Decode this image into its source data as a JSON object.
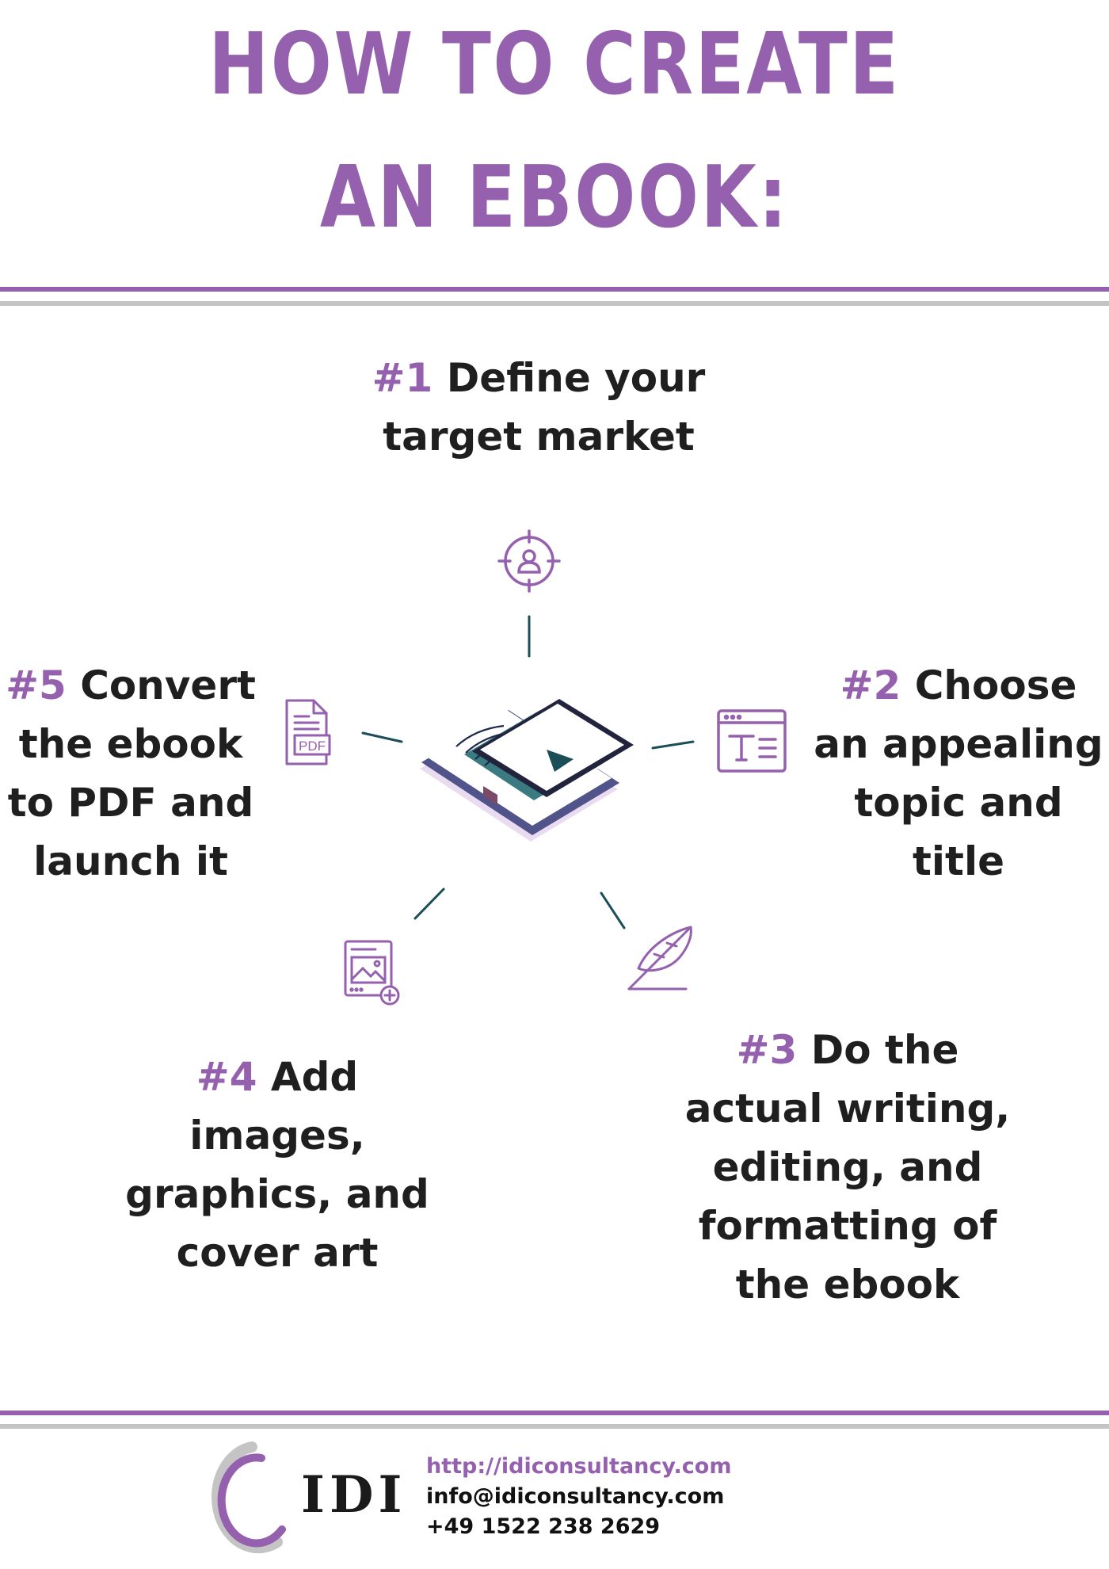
{
  "title": {
    "line1": "HOW TO CREATE",
    "line2": "AN EBOOK:"
  },
  "steps": [
    {
      "number": "#1",
      "lines": [
        "Define your",
        "target market"
      ],
      "icon": "target-person-icon"
    },
    {
      "number": "#2",
      "lines": [
        "Choose",
        "an appealing",
        "topic and",
        "title"
      ],
      "icon": "text-document-icon"
    },
    {
      "number": "#3",
      "lines": [
        "Do the",
        "actual writing,",
        "editing, and",
        "formatting of",
        "the ebook"
      ],
      "icon": "feather-quill-icon"
    },
    {
      "number": "#4",
      "lines": [
        "Add",
        "images,",
        "graphics, and",
        "cover art"
      ],
      "icon": "add-image-icon"
    },
    {
      "number": "#5",
      "lines": [
        "Convert",
        "the ebook",
        "to PDF and",
        "launch it"
      ],
      "icon": "pdf-file-icon"
    }
  ],
  "center_icon": "ebook-tablet-icon",
  "icon_text": {
    "pdf": "PDF"
  },
  "footer": {
    "logo_text": "IDI",
    "url": "http://idiconsultancy.com",
    "email": "info@idiconsultancy.com",
    "phone": "+49 1522 238 2629"
  },
  "colors": {
    "accent": "#9560ad",
    "text": "#1f1f1f",
    "rule_gray": "#c4c4c4",
    "connector": "#1c4e5a",
    "teal": "#3a7a80"
  }
}
